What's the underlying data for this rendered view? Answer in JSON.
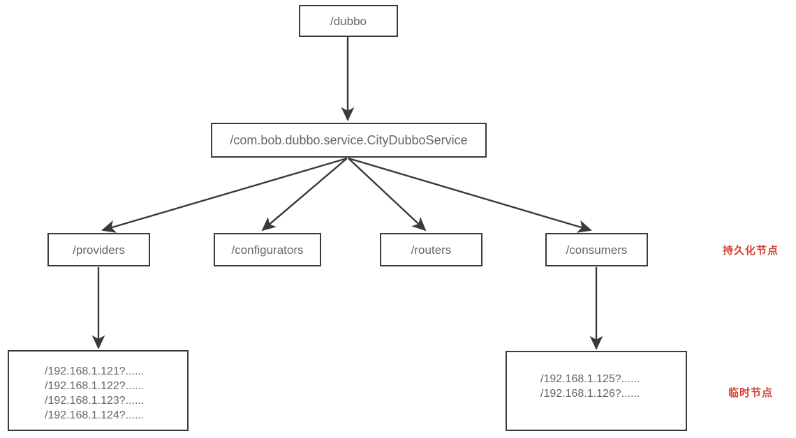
{
  "diagram": {
    "title": "Dubbo ZooKeeper registry node tree",
    "line_color": "#3a3a3a",
    "text_color": "#63666a",
    "accent_color": "#d24436"
  },
  "nodes": {
    "root": {
      "label": "/dubbo"
    },
    "service": {
      "label": "/com.bob.dubbo.service.CityDubboService"
    },
    "providers": {
      "label": "/providers"
    },
    "configurators": {
      "label": "/configurators"
    },
    "routers": {
      "label": "/routers"
    },
    "consumers": {
      "label": "/consumers"
    }
  },
  "provider_instances": [
    "/192.168.1.121?......",
    "/192.168.1.122?......",
    "/192.168.1.123?......",
    "/192.168.1.124?......"
  ],
  "consumer_instances": [
    "/192.168.1.125?......",
    "/192.168.1.126?......"
  ],
  "annotations": {
    "persistent": "持久化节点",
    "ephemeral": "临时节点"
  }
}
